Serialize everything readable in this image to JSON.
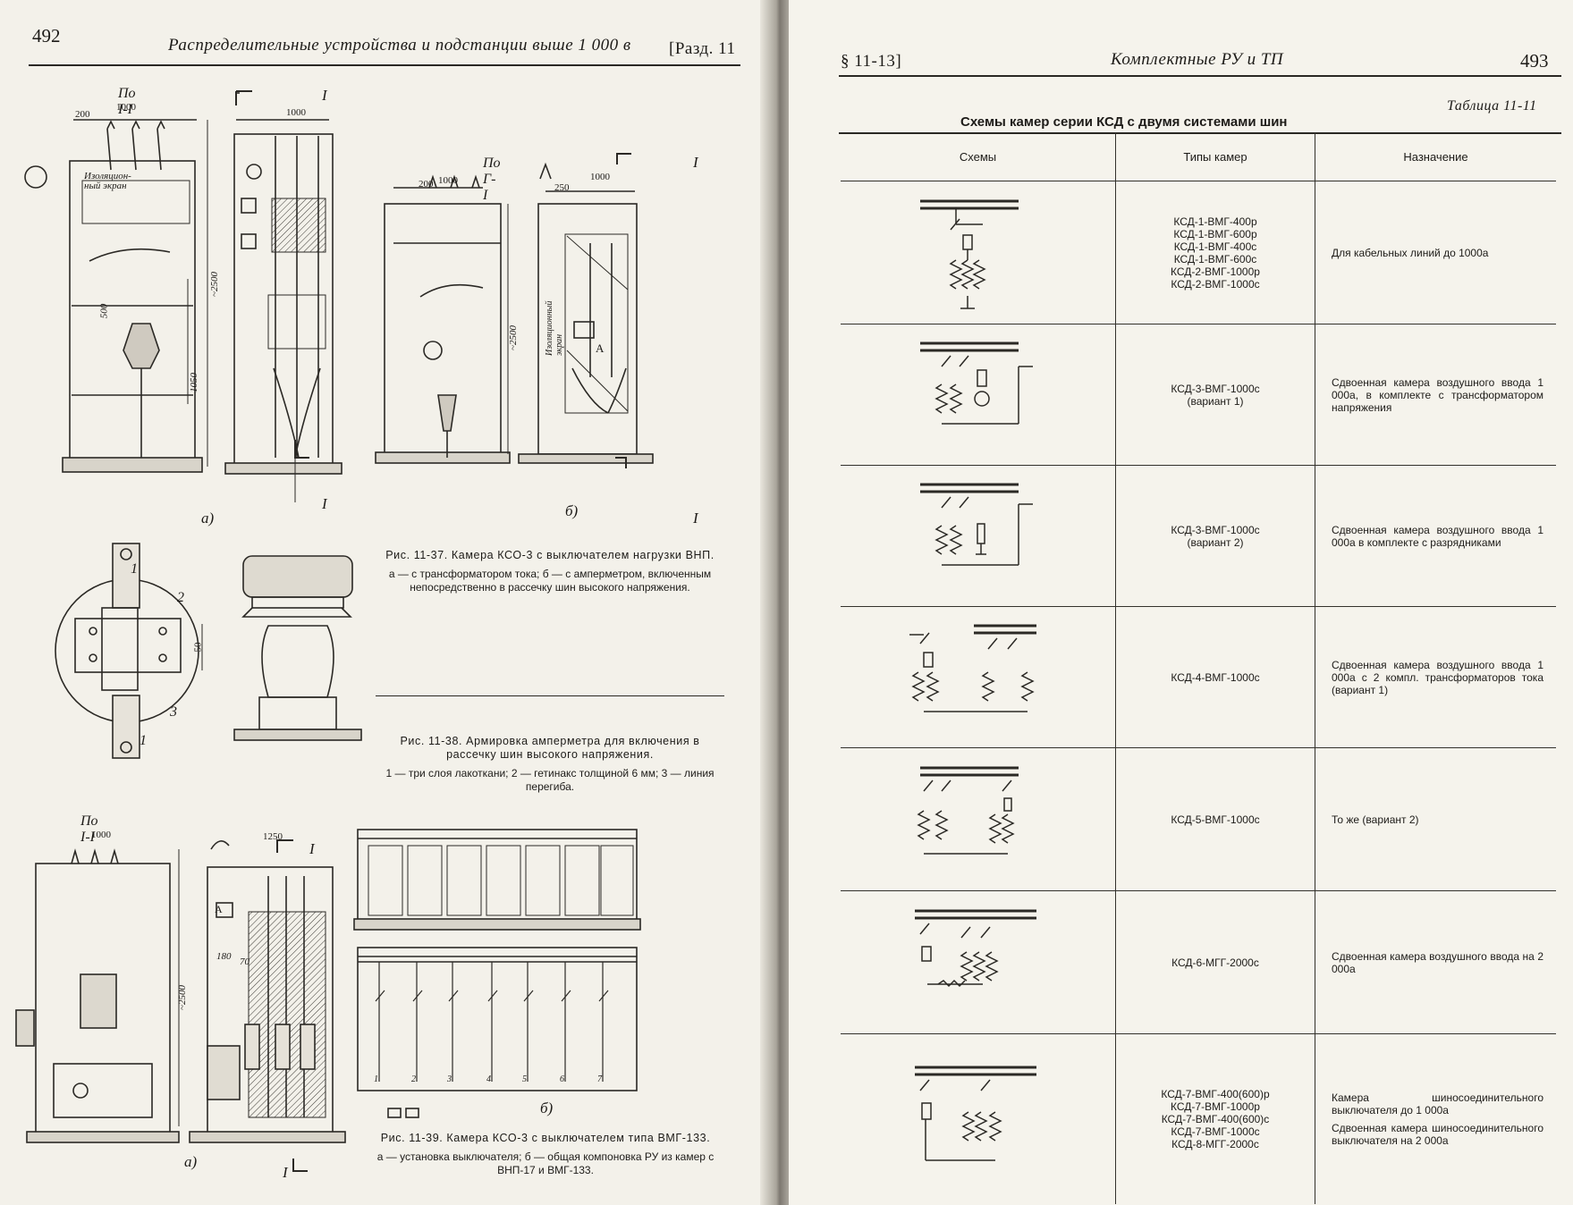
{
  "left_page": {
    "page_number": "492",
    "running_head": "Распределительные устройства и подстанции выше 1 000 в",
    "section_ref": "[Разд. 11",
    "fig37": {
      "section_label_a": "По I-I",
      "section_label_b": "По Г-I",
      "dim_200": "200",
      "dim_1000": "1000",
      "dim_250": "250",
      "dim_2500": "~2500",
      "dim_500": "500",
      "dim_1050": "1050",
      "screen_label": "Изоляцион-ный экран",
      "screen_label_b": "Изоляционный экран",
      "mark_I": "I",
      "sub_a": "а)",
      "sub_b": "б)",
      "meter_A": "A",
      "caption_title": "Рис. 11-37. Камера КСО-3 с выключателем нагрузки ВНП.",
      "caption_desc": "а — с трансформатором тока; б — с амперметром, включенным непосредственно в рассечку шин высокого напряжения."
    },
    "fig38": {
      "callout_1": "1",
      "callout_2": "2",
      "callout_3": "3",
      "dim_50": "50",
      "caption_title": "Рис. 11-38. Армировка амперметра для включения в рассечку шин высокого напряжения.",
      "caption_desc": "1 — три слоя лакоткани; 2 — гетинакс толщиной 6 мм; 3 — линия перегиба."
    },
    "fig39": {
      "section_label": "По I-I",
      "dim_1000": "1000",
      "dim_1250": "1250",
      "dim_2500": "~2500",
      "dim_180": "180",
      "dim_70": "70",
      "mark_I": "I",
      "sub_a": "а)",
      "sub_b": "б)",
      "meter_A": "A",
      "cell_numbers": [
        "1",
        "2",
        "3",
        "4",
        "5",
        "6",
        "7"
      ],
      "caption_title": "Рис. 11-39. Камера КСО-3 с выключателем типа ВМГ-133.",
      "caption_desc": "а — установка выключателя; б — общая компоновка РУ из камер с ВНП-17 и ВМГ-133."
    }
  },
  "right_page": {
    "section_ref": "§ 11-13]",
    "running_head": "Комплектные РУ и ТП",
    "page_number": "493",
    "table_label": "Таблица 11-11",
    "table_title": "Схемы камер серии КСД с двумя системами шин",
    "columns": [
      "Схемы",
      "Типы камер",
      "Назначение"
    ],
    "rows": [
      {
        "types": [
          "КСД-1-ВМГ-400р",
          "КСД-1-ВМГ-600р",
          "КСД-1-ВМГ-400с",
          "КСД-1-ВМГ-600с",
          "КСД-2-ВМГ-1000р",
          "КСД-2-ВМГ-1000с"
        ],
        "purpose": [
          "Для кабельных линий до 1000а"
        ]
      },
      {
        "types": [
          "КСД-3-ВМГ-1000с",
          "(вариант 1)"
        ],
        "purpose": [
          "Сдвоенная камера воздушного ввода 1 000а, в комплекте с трансформатором напряжения"
        ]
      },
      {
        "types": [
          "КСД-3-ВМГ-1000с",
          "(вариант 2)"
        ],
        "purpose": [
          "Сдвоенная камера воздушного ввода 1 000а в комплекте с разрядниками"
        ]
      },
      {
        "types": [
          "КСД-4-ВМГ-1000с"
        ],
        "purpose": [
          "Сдвоенная камера воздушного ввода 1 000а с 2 компл. трансформаторов тока (вариант 1)"
        ]
      },
      {
        "types": [
          "КСД-5-ВМГ-1000с"
        ],
        "purpose": [
          "То же (вариант 2)"
        ]
      },
      {
        "types": [
          "КСД-6-МГГ-2000с"
        ],
        "purpose": [
          "Сдвоенная камера воздушного ввода на 2 000а"
        ]
      },
      {
        "types": [
          "КСД-7-ВМГ-400(600)р",
          "КСД-7-ВМГ-1000р",
          "КСД-7-ВМГ-400(600)с",
          "КСД-7-ВМГ-1000с",
          "КСД-8-МГГ-2000с"
        ],
        "purpose": [
          "Камера шиносоединительного выключателя до 1 000а",
          "Сдвоенная камера шиносоединительного выключателя на 2 000а"
        ]
      }
    ]
  }
}
